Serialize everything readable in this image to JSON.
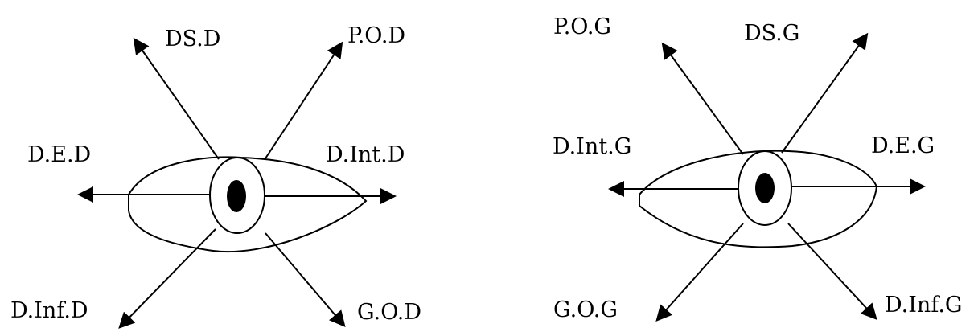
{
  "diagram": {
    "right_eye": {
      "labels": {
        "ds": "DS.D",
        "po": "P.O.D",
        "de": "D.E.D",
        "dint": "D.Int.D",
        "dinf": "D.Inf.D",
        "go": "G.O.D"
      }
    },
    "left_eye": {
      "labels": {
        "po": "P.O.G",
        "ds": "DS.G",
        "dint": "D.Int.G",
        "de": "D.E.G",
        "go": "G.O.G",
        "dinf": "D.Inf.G"
      }
    },
    "colors": {
      "ink": "#000000",
      "background": "#ffffff"
    }
  }
}
